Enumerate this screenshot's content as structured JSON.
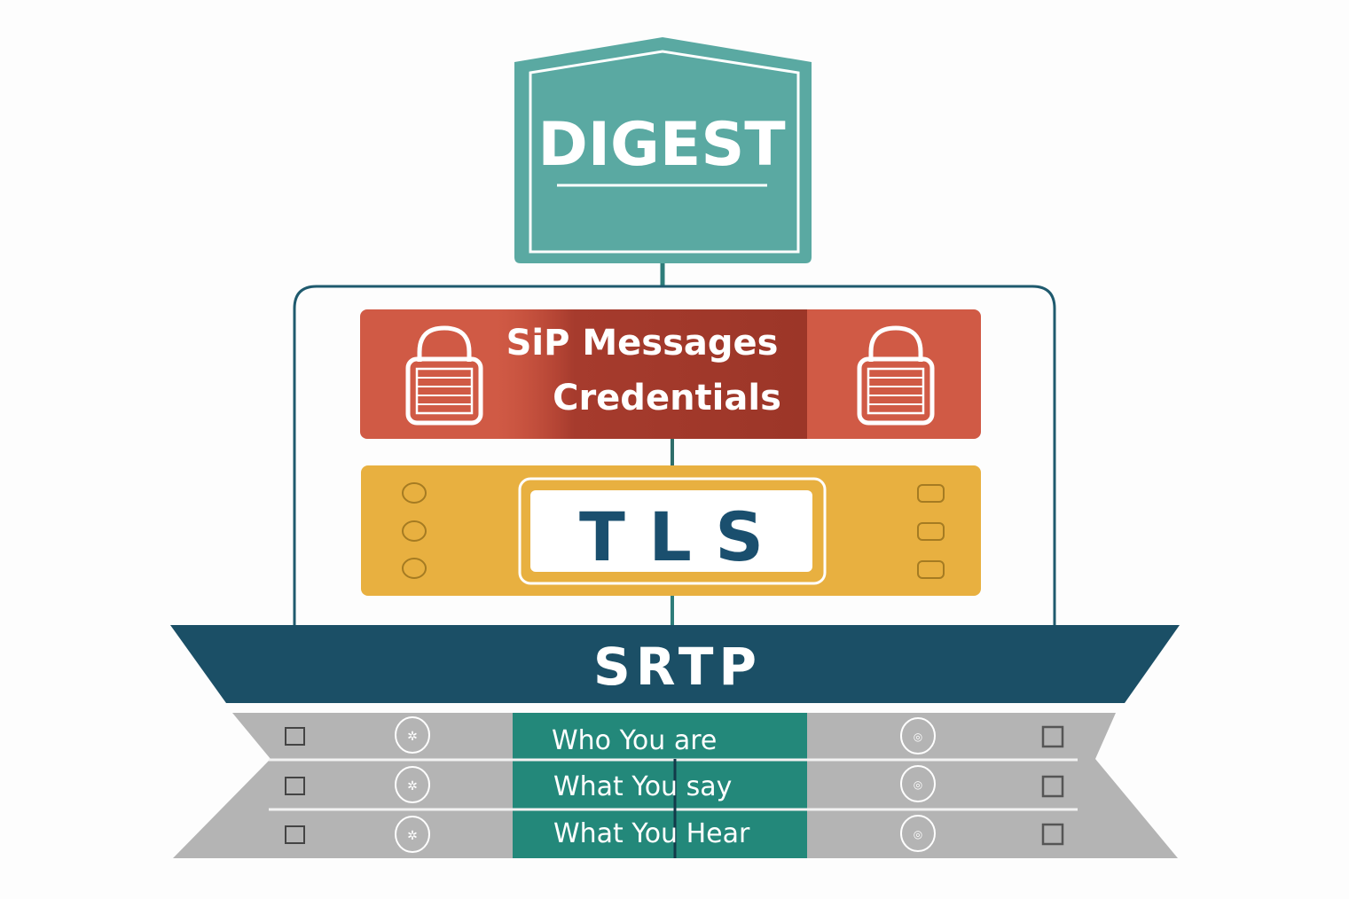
{
  "digest": {
    "label": "DIGEST",
    "color": "#5aa9a2"
  },
  "sip": {
    "line1": "SiP Messages",
    "line2": "Credentials",
    "color": "#d05a45",
    "center_color": "#a63b2d",
    "icon": "padlock-icon"
  },
  "tls": {
    "label": "T L S",
    "color": "#e8b040",
    "text_color": "#1a4f6e"
  },
  "srtp": {
    "label": "SRTP",
    "color": "#1b4f66"
  },
  "rows": [
    {
      "label": "Who You are"
    },
    {
      "label": "What You say"
    },
    {
      "label": "What You Hear"
    }
  ],
  "rows_style": {
    "band_color": "#b4b4b4",
    "center_color": "#23887a"
  }
}
